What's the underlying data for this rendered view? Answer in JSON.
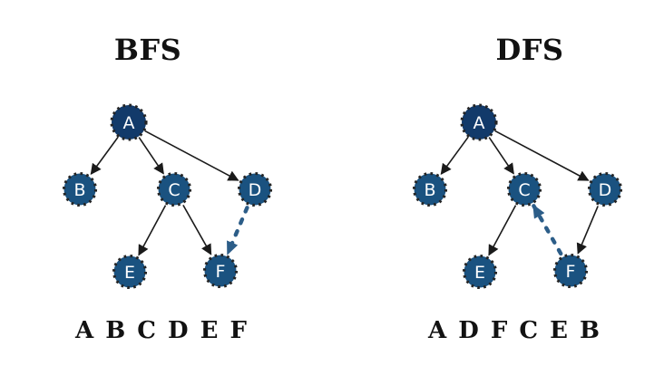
{
  "panels": [
    {
      "id": "bfs",
      "title": "BFS",
      "sequence": "A B C D E F",
      "nodes": {
        "a": "A",
        "b": "B",
        "c": "C",
        "d": "D",
        "e": "E",
        "f": "F"
      },
      "tree_edges": [
        "A->B",
        "A->C",
        "A->D",
        "C->E",
        "C->F"
      ],
      "traversal_arrow": "D->F"
    },
    {
      "id": "dfs",
      "title": "DFS",
      "sequence": "A D F C E B",
      "nodes": {
        "a": "A",
        "b": "B",
        "c": "C",
        "d": "D",
        "e": "E",
        "f": "F"
      },
      "tree_edges": [
        "A->B",
        "A->C",
        "A->D",
        "C->E",
        "D->F"
      ],
      "traversal_arrow": "F->C"
    }
  ],
  "colors": {
    "root_fill": "#123A6A",
    "node_fill": "#1A5280",
    "node_border": "#242424",
    "edge": "#1a1a1a",
    "dashed_edge": "#1D5180",
    "node_label": "#ffffff",
    "text": "#121212",
    "background": "#ffffff"
  }
}
